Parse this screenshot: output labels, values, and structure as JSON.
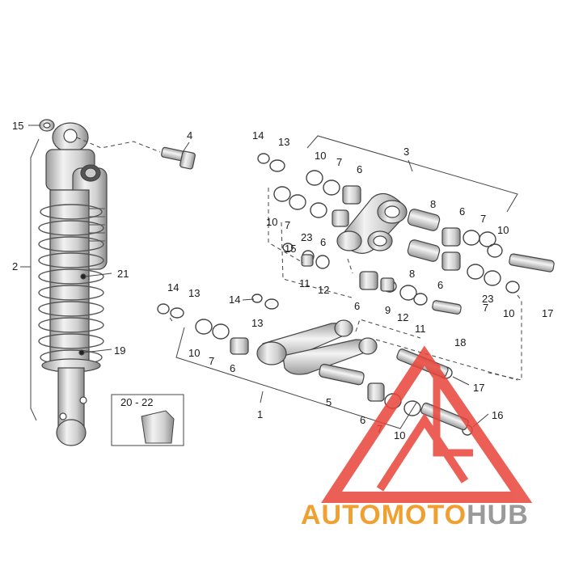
{
  "diagram": {
    "callouts": [
      "1",
      "2",
      "3",
      "4",
      "5",
      "6",
      "7",
      "8",
      "9",
      "10",
      "11",
      "12",
      "13",
      "14",
      "15",
      "16",
      "17",
      "18",
      "19",
      "21",
      "23"
    ],
    "box_label": "20 - 22"
  },
  "watermark": {
    "part1": "AUTO",
    "part2": "MOTO",
    "part3": "HUB",
    "color_primary": "#f0a030",
    "color_secondary": "#9a9a9a",
    "logo_color": "#e8443a"
  }
}
